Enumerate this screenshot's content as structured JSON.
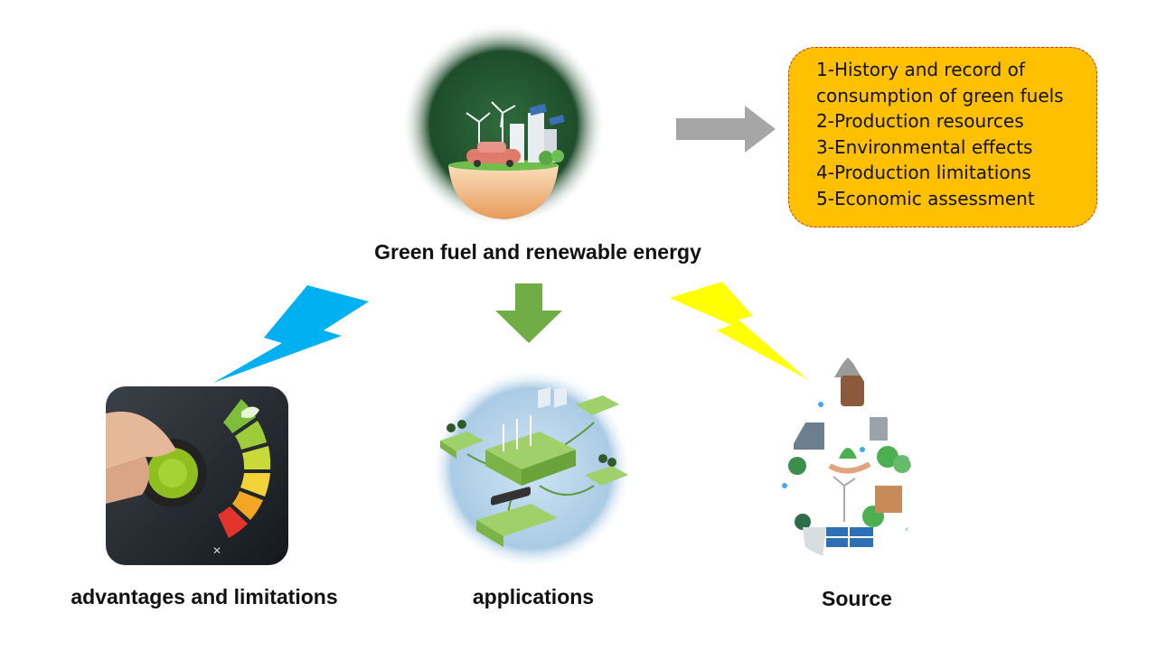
{
  "center": {
    "title": "Green fuel and renewable energy"
  },
  "topics": [
    "1-History and record of",
    "consumption of green fuels",
    "2-Production resources",
    "3-Environmental effects",
    "4-Production limitations",
    "5-Economic assessment"
  ],
  "branches": {
    "left": {
      "label": "advantages and limitations"
    },
    "middle": {
      "label": "applications"
    },
    "right": {
      "label": "Source"
    }
  },
  "colors": {
    "topic_box_fill": "#ffc000",
    "topic_box_border": "#c0392b",
    "grey_arrow": "#a6a6a6",
    "green_arrow": "#70ad47",
    "blue_bolt": "#00b0f0",
    "yellow_bolt": "#ffff00",
    "globe_dark": "#1e4d2b"
  },
  "icons": {
    "center_image": "green-city-globe-icon",
    "left_image": "energy-dial-knob-icon",
    "middle_image": "isometric-solar-wind-islands-icon",
    "right_image": "eco-water-drop-collage-icon"
  }
}
